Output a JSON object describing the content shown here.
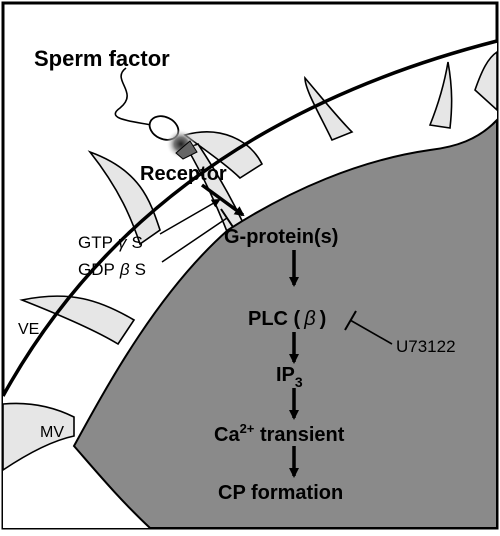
{
  "labels": {
    "sperm_factor": "Sperm factor",
    "receptor": "Receptor",
    "gtp": "GTP",
    "gtp_greek": "γ",
    "gtp_s": "S",
    "gdp": "GDP",
    "gdp_greek": "β",
    "gdp_s": "S",
    "g_protein": "G-protein(s)",
    "plc": "PLC (",
    "plc_greek": "β",
    "plc_close": ")",
    "ip": "IP",
    "ip_sub": "3",
    "ca": "Ca",
    "ca_sup": "2+",
    "transient": " transient",
    "cp_formation": "CP formation",
    "inhibitor": "U73122",
    "ve": "VE",
    "mv": "MV"
  },
  "colors": {
    "cytoplasm": "#8a8a8a",
    "microvillus": "#e6e6e6",
    "outline": "#000000",
    "background": "#ffffff"
  }
}
